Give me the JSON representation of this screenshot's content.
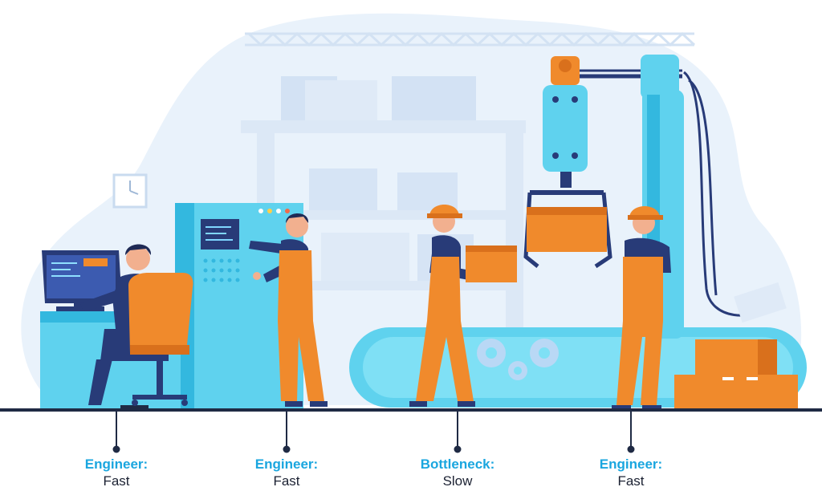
{
  "labels": [
    {
      "role": "Engineer:",
      "speed": "Fast"
    },
    {
      "role": "Engineer:",
      "speed": "Fast"
    },
    {
      "role": "Bottleneck:",
      "speed": "Slow"
    },
    {
      "role": "Engineer:",
      "speed": "Fast"
    }
  ],
  "colors": {
    "blob": "#e9f2fb",
    "shelf": "#dce8f6",
    "machine": "#5fd2ee",
    "machine_dark": "#33b8df",
    "orange": "#f08a2c",
    "orange_dark": "#d9701c",
    "navy": "#283b78",
    "skin": "#f2b08f",
    "floor": "#1f2a44",
    "label_role": "#1aa6df",
    "label_speed": "#1c2233"
  }
}
